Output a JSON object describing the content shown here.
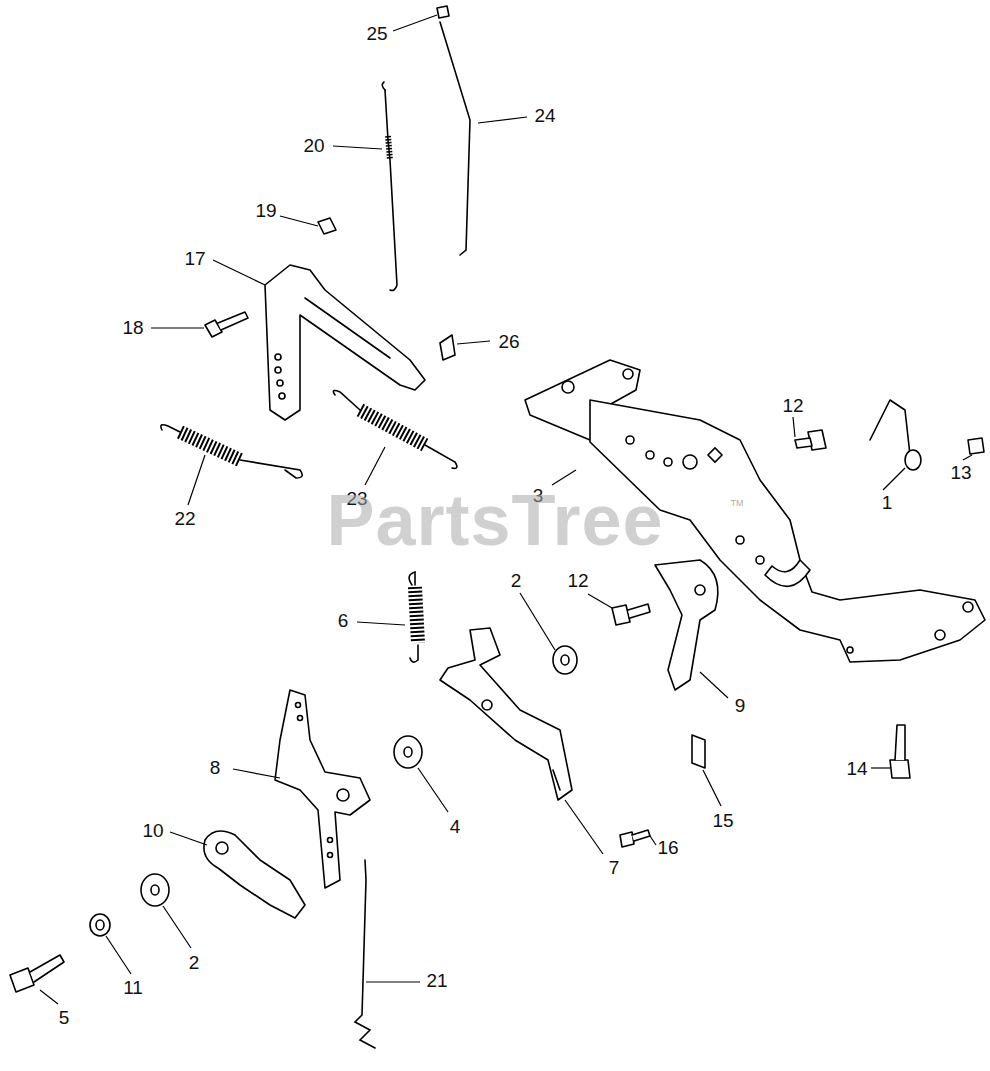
{
  "diagram": {
    "labels": [
      "25",
      "24",
      "20",
      "19",
      "17",
      "18",
      "26",
      "12",
      "13",
      "1",
      "3",
      "22",
      "23",
      "2",
      "12",
      "6",
      "9",
      "8",
      "4",
      "7",
      "16",
      "15",
      "14",
      "10",
      "2",
      "11",
      "5",
      "21",
      "PartsTree",
      "TM"
    ]
  }
}
